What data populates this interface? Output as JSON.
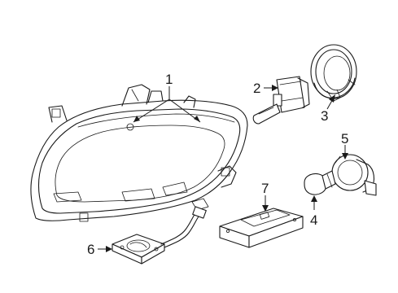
{
  "callouts": [
    {
      "id": "1",
      "text": "1",
      "part": "headlamp-assembly"
    },
    {
      "id": "2",
      "text": "2",
      "part": "hid-bulb"
    },
    {
      "id": "3",
      "text": "3",
      "part": "bulb-retaining-ring"
    },
    {
      "id": "4",
      "text": "4",
      "part": "side-marker-bulb"
    },
    {
      "id": "5",
      "text": "5",
      "part": "bulb-socket"
    },
    {
      "id": "6",
      "text": "6",
      "part": "igniter-module"
    },
    {
      "id": "7",
      "text": "7",
      "part": "ballast-control-module"
    }
  ]
}
